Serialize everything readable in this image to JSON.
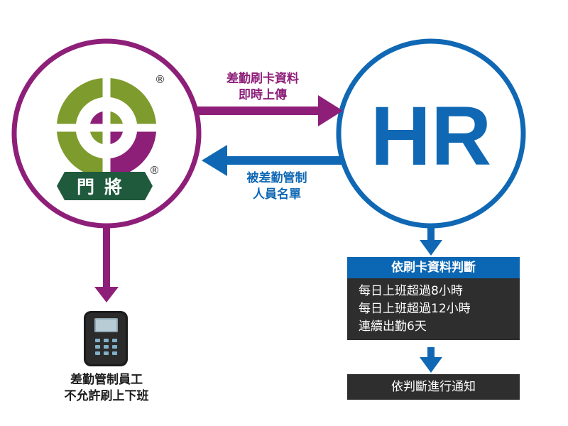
{
  "colors": {
    "purple": "#8e1f79",
    "blue": "#1068b4",
    "green": "#7e9b2d",
    "dark_box": "#2e2e2e",
    "box_header": "#0b67b3"
  },
  "logo": {
    "brand_text": "門將",
    "registered_mark": "®"
  },
  "hr": {
    "label": "HR"
  },
  "arrow_to_hr": {
    "lines": [
      "差勤刷卡資料",
      "即時上傳"
    ]
  },
  "arrow_to_logo": {
    "lines": [
      "被差勤管制",
      "人員名單"
    ]
  },
  "decision_box": {
    "header": "依刷卡資料判斷",
    "items": [
      "每日上班超過8小時",
      "每日上班超過12小時",
      "連續出勤6天"
    ]
  },
  "notify_box": {
    "label": "依判斷進行通知"
  },
  "device": {
    "icon": "card-reader-icon",
    "caption_lines": [
      "差勤管制員工",
      "不允許刷上下班"
    ]
  }
}
